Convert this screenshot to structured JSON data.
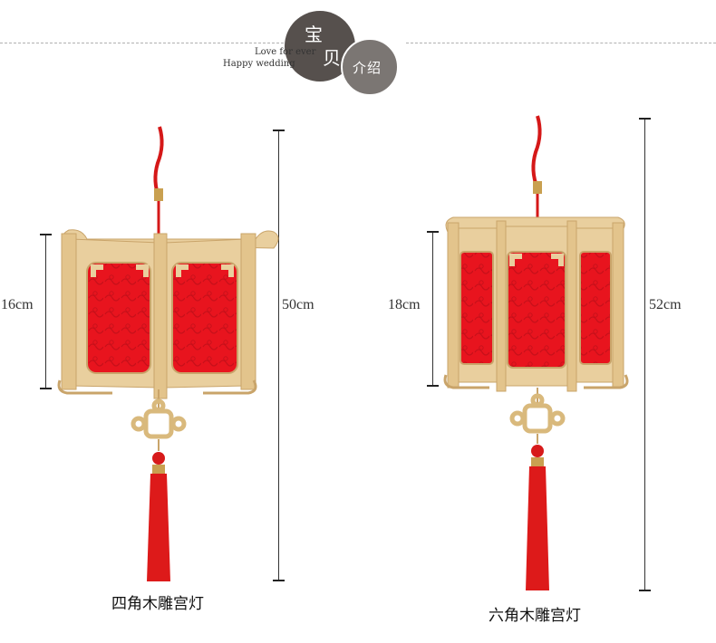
{
  "header": {
    "title_char_1": "宝",
    "title_char_2": "贝",
    "subtitle": "介绍",
    "tagline_1": "Love for ever",
    "tagline_2": "Happy wedding"
  },
  "products": [
    {
      "name": "四角木雕宫灯",
      "body_height": "16cm",
      "total_height": "50cm"
    },
    {
      "name": "六角木雕宫灯",
      "body_height": "18cm",
      "total_height": "52cm"
    }
  ],
  "colors": {
    "wood": "#e9cf9e",
    "wood_dark": "#c9a46a",
    "red_panel": "#e8141e",
    "red_tassel": "#dd1a1a",
    "header_circle_dark": "#56504d",
    "header_circle_light": "#7b7673"
  }
}
